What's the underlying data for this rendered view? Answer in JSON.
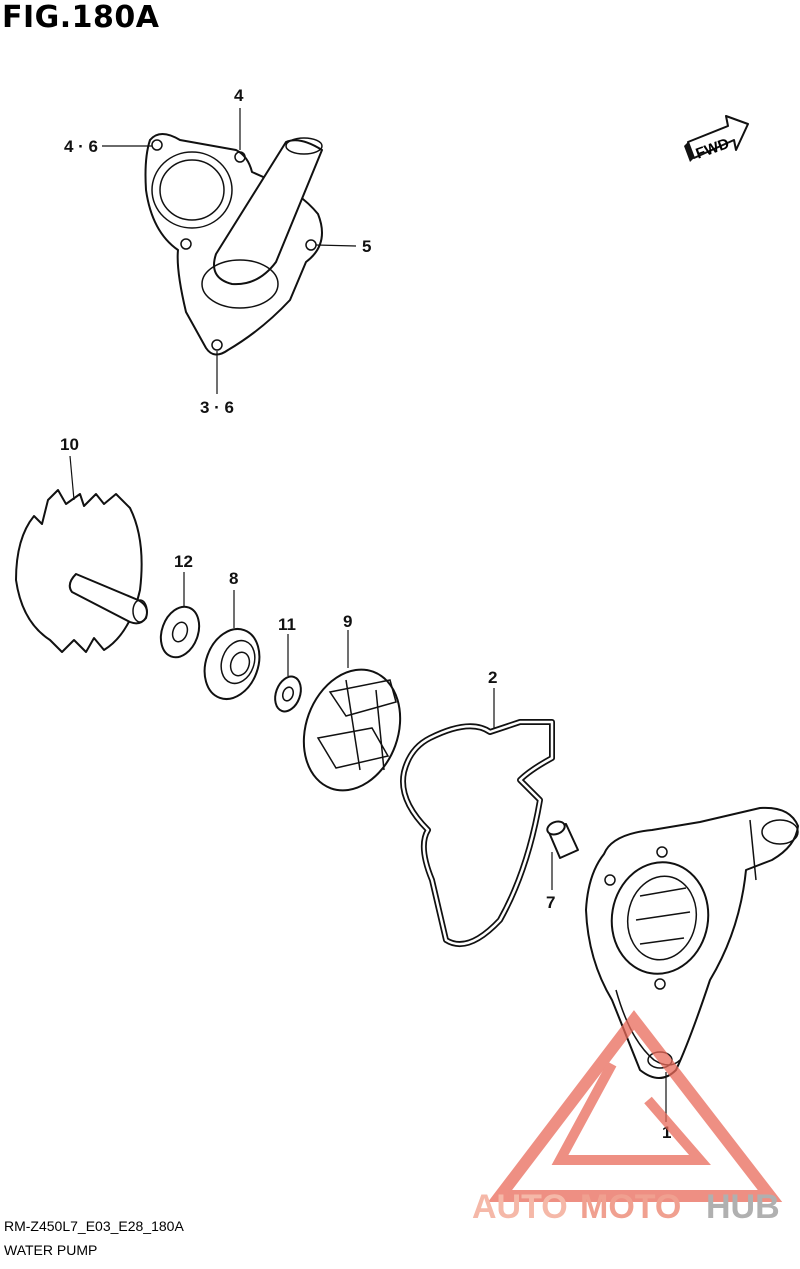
{
  "header": {
    "figure_title": "FIG.180A"
  },
  "footer": {
    "model_code": "RM-Z450L7_E03_E28_180A",
    "caption": "WATER PUMP"
  },
  "direction_badge": {
    "label": "FWD"
  },
  "callouts": {
    "c1": "1",
    "c2": "2",
    "c3_6": "3 · 6",
    "c4": "4",
    "c4_6": "4 · 6",
    "c5": "5",
    "c7": "7",
    "c8": "8",
    "c9": "9",
    "c10": "10",
    "c11": "11",
    "c12": "12"
  },
  "watermark": {
    "part_a": "AUTO",
    "part_b": "MOTO",
    "part_c": "HUB",
    "color_a": "#f5b8a8",
    "color_b": "#f0a090",
    "color_c": "#b0b0b0",
    "logo_color": "#e96a5a"
  }
}
